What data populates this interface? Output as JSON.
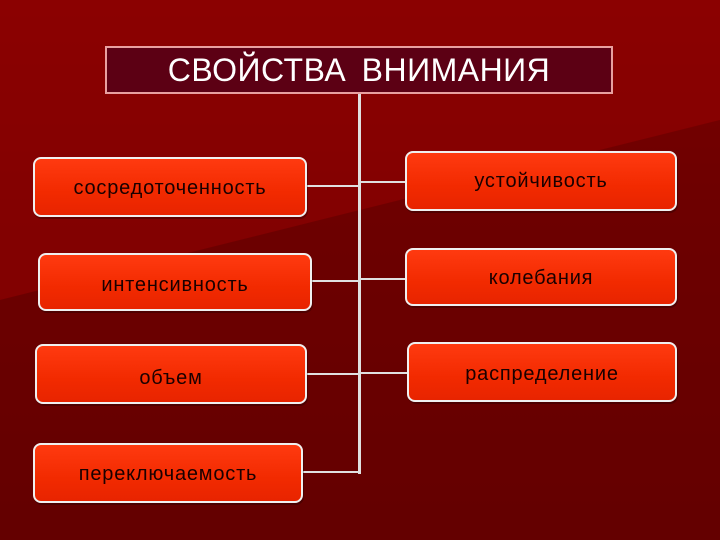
{
  "title": "СВОЙСТВА  ВНИМАНИЯ",
  "colors": {
    "background": "#6e0000",
    "title_fill": "#5c0014",
    "node_fill": "#f22a00",
    "node_border": "#f0f0f0",
    "connector": "#e0e0e0"
  },
  "left_nodes": [
    {
      "label": "сосредоточенность"
    },
    {
      "label": "интенсивность"
    },
    {
      "label": "объем"
    },
    {
      "label": "переключаемость"
    }
  ],
  "right_nodes": [
    {
      "label": "устойчивость"
    },
    {
      "label": "колебания"
    },
    {
      "label": "распределение"
    }
  ]
}
